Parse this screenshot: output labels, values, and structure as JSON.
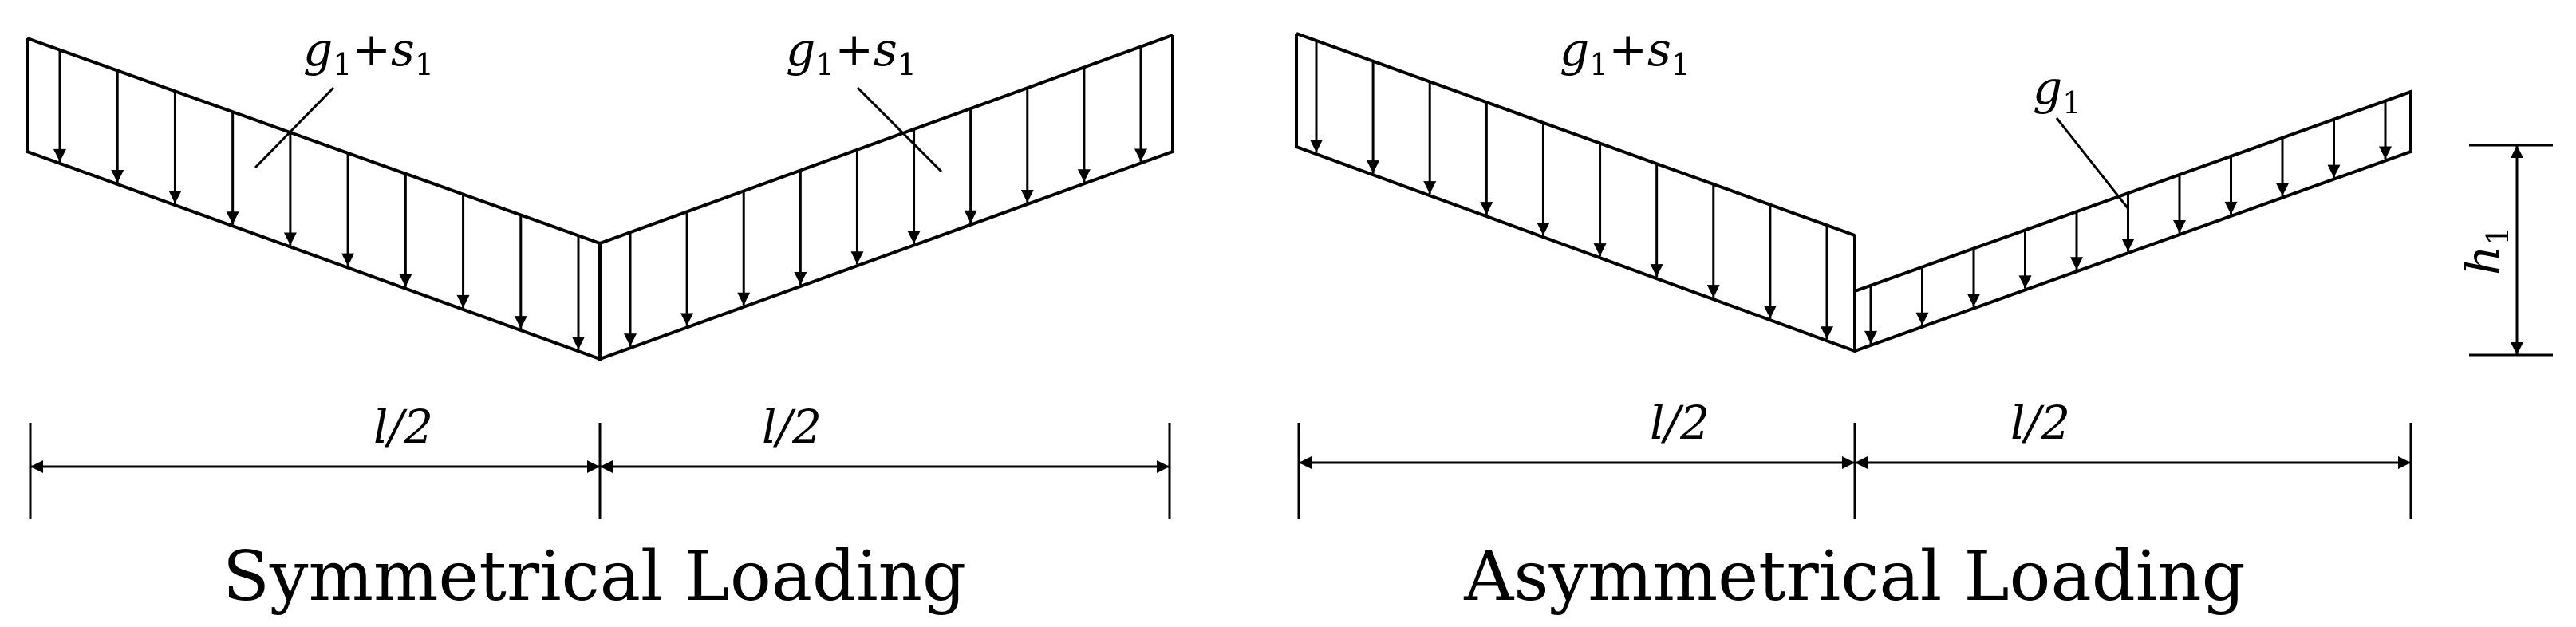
{
  "colors": {
    "stroke": "#000000",
    "background": "#ffffff"
  },
  "panels": [
    {
      "id": "symmetrical",
      "caption": "Symmetrical Loading",
      "load_left": {
        "label_main": "g",
        "label_sub": "1",
        "label_op": "+",
        "label_main2": "s",
        "label_sub2": "1"
      },
      "load_right": {
        "label_main": "g",
        "label_sub": "1",
        "label_op": "+",
        "label_main2": "s",
        "label_sub2": "1"
      },
      "dim_left": "l/2",
      "dim_right": "l/2"
    },
    {
      "id": "asymmetrical",
      "caption": "Asymmetrical Loading",
      "load_left": {
        "label_main": "g",
        "label_sub": "1",
        "label_op": "+",
        "label_main2": "s",
        "label_sub2": "1"
      },
      "load_right": {
        "label_main": "g",
        "label_sub": "1"
      },
      "dim_left": "l/2",
      "dim_right": "l/2",
      "height_label": "h",
      "height_sub": "1"
    }
  ]
}
